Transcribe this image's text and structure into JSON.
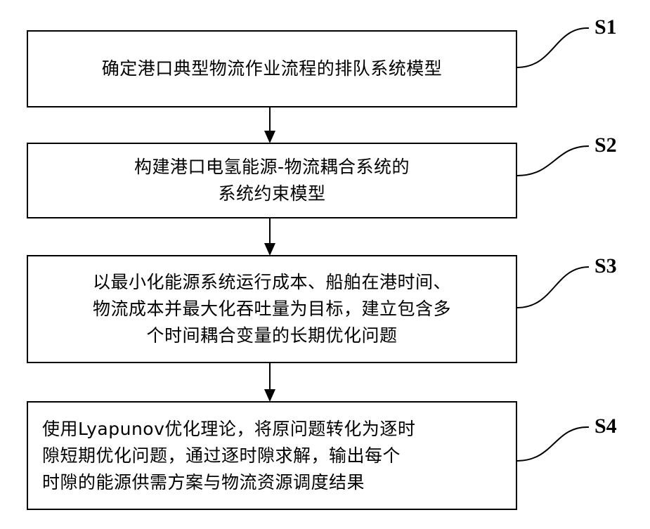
{
  "steps": [
    {
      "id": "S1",
      "text": "确定港口典型物流作业流程的排队系统模型"
    },
    {
      "id": "S2",
      "text": "构建港口电氢能源-物流耦合系统的\n系统约束模型"
    },
    {
      "id": "S3",
      "text": "以最小化能源系统运行成本、船舶在港时间、\n物流成本并最大化吞吐量为目标，建立包含多\n个时间耦合变量的长期优化问题"
    },
    {
      "id": "S4",
      "text": "使用Lyapunov优化理论，将原问题转化为逐时\n隙短期优化问题，通过逐时隙求解，输出每个\n时隙的能源供需方案与物流资源调度结果"
    }
  ]
}
